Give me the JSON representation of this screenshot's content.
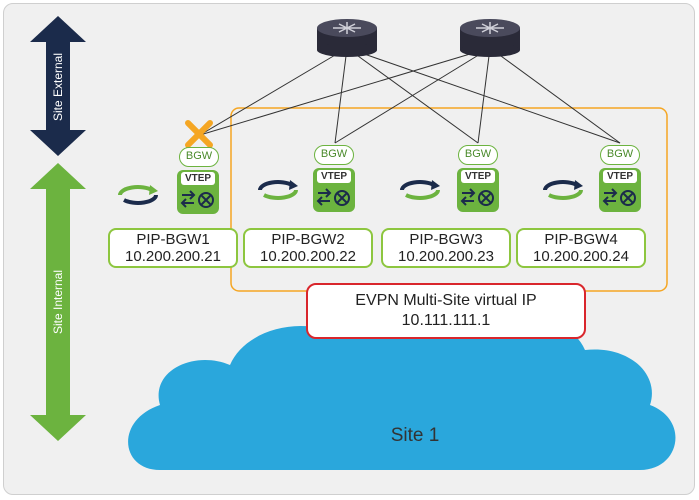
{
  "labels": {
    "site_external": "Site External",
    "site_internal": "Site Internal",
    "site": "Site 1",
    "vip_title": "EVPN Multi-Site virtual IP",
    "vip_ip": "10.111.111.1"
  },
  "gateways": [
    {
      "name": "PIP-BGW1",
      "ip": "10.200.200.21",
      "badge": "BGW",
      "vtep": "VTEP",
      "failed": true
    },
    {
      "name": "PIP-BGW2",
      "ip": "10.200.200.22",
      "badge": "BGW",
      "vtep": "VTEP",
      "failed": false
    },
    {
      "name": "PIP-BGW3",
      "ip": "10.200.200.23",
      "badge": "BGW",
      "vtep": "VTEP",
      "failed": false
    },
    {
      "name": "PIP-BGW4",
      "ip": "10.200.200.24",
      "badge": "BGW",
      "vtep": "VTEP",
      "failed": false
    }
  ],
  "colors": {
    "external_arrow": "#1b2b4b",
    "internal_arrow": "#6cb33f",
    "cloud": "#2aa7dc",
    "group_border": "#f5a623",
    "vip_border": "#d9262c",
    "failure_mark": "#f5a623"
  }
}
